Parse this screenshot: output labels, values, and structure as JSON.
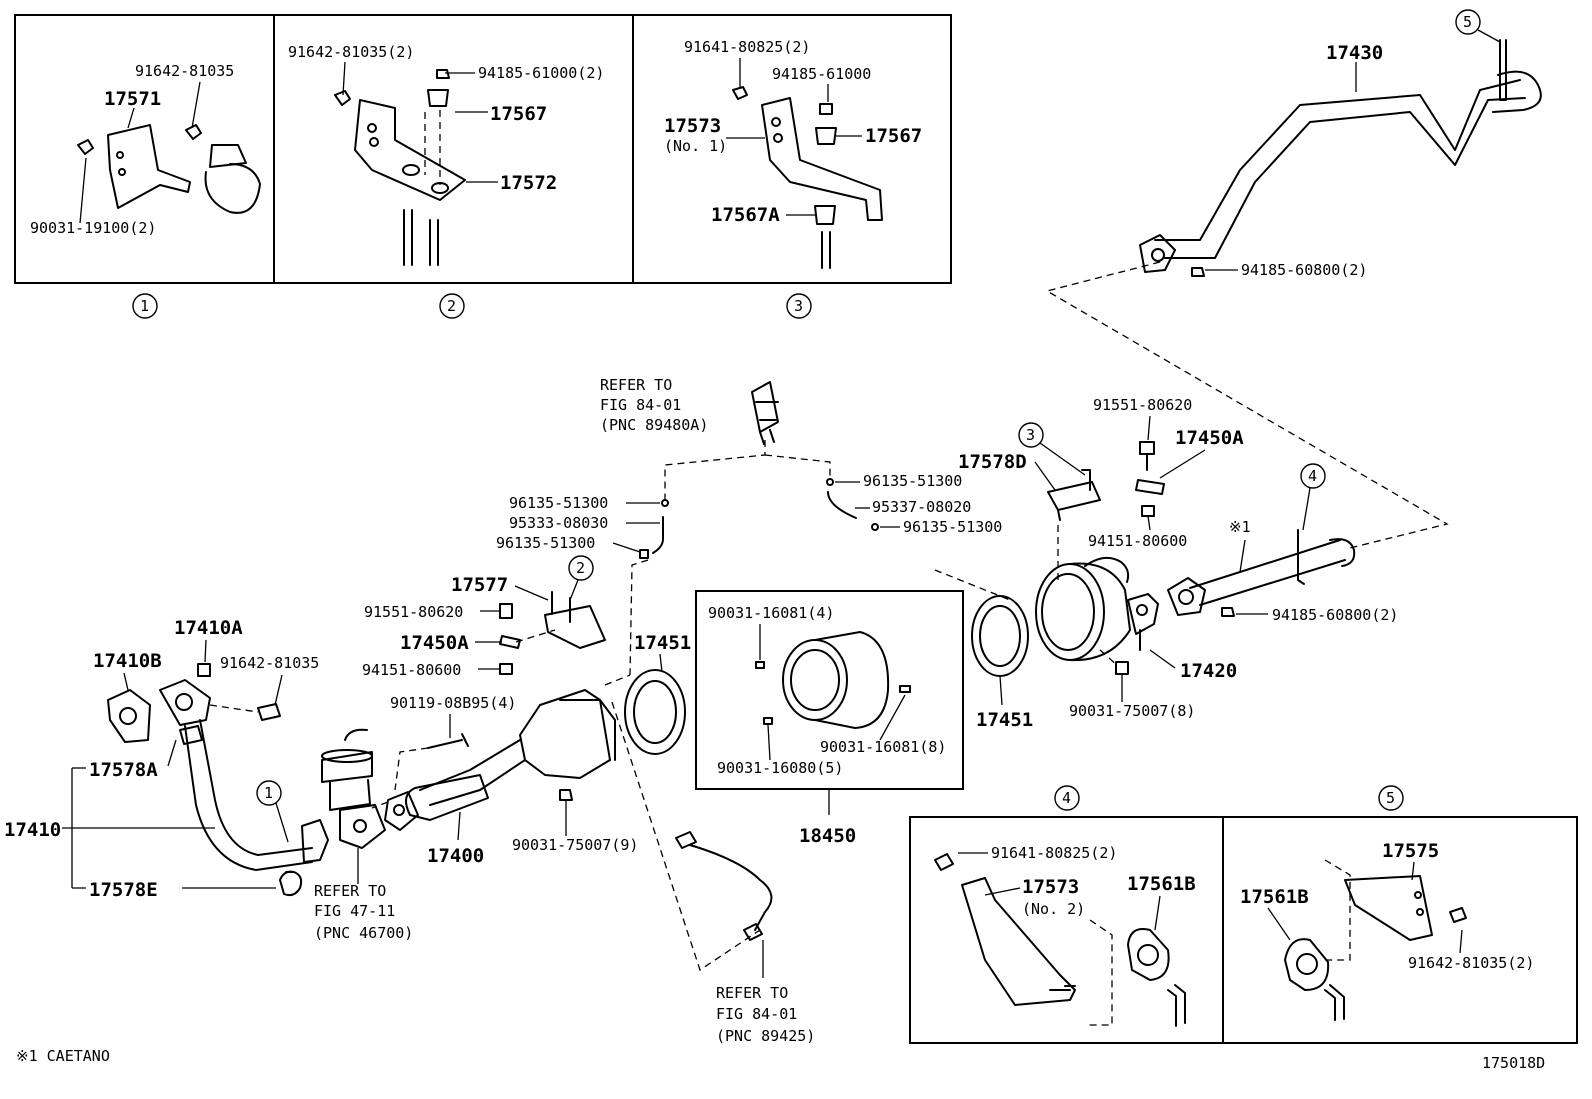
{
  "boxes": {
    "box1": {
      "number": "1",
      "labels": [
        "91642-81035",
        "17571",
        "90031-19100(2)"
      ]
    },
    "box2": {
      "number": "2",
      "labels": [
        "91642-81035(2)",
        "94185-61000(2)",
        "17567",
        "17572"
      ]
    },
    "box3": {
      "number": "3",
      "labels": [
        "91641-80825(2)",
        "94185-61000",
        "17573",
        "(No. 1)",
        "17567",
        "17567A"
      ]
    },
    "box4": {
      "number": "4",
      "labels": [
        "91641-80825(2)",
        "17573",
        "(No. 2)",
        "17561B"
      ]
    },
    "box5": {
      "number": "5",
      "labels": [
        "17575",
        "17561B",
        "91642-81035(2)"
      ]
    },
    "box18450": {
      "labels": [
        "90031-16081(4)",
        "90031-16081(8)",
        "90031-16080(5)"
      ],
      "caption": "18450"
    }
  },
  "tailpipe": {
    "callout": "5",
    "labels": [
      "17430",
      "94185-60800(2)"
    ]
  },
  "main_labels": {
    "refer1": [
      "REFER TO",
      "FIG 84-01",
      "(PNC 89480A)"
    ],
    "l96135_a": "96135-51300",
    "l95333": "95333-08030",
    "l96135_b": "96135-51300",
    "l96135_c": "96135-51300",
    "l95337": "95337-08020",
    "l96135_d": "96135-51300",
    "l91551_r": "91551-80620",
    "l17450A_r": "17450A",
    "l17578D": "17578D",
    "callout3": "3",
    "l94151_r": "94151-80600",
    "star1": "※1",
    "callout4": "4",
    "l94185_r": "94185-60800(2)",
    "l17420": "17420",
    "l90031_8": "90031-75007(8)",
    "l17451_r": "17451",
    "l17577": "17577",
    "callout2": "2",
    "l91551_l": "91551-80620",
    "l17450A_l": "17450A",
    "l94151_l": "94151-80600",
    "l17451_l": "17451",
    "l17410A": "17410A",
    "l17410B": "17410B",
    "l91642_l": "91642-81035",
    "l90119": "90119-08B95(4)",
    "l17578A": "17578A",
    "l17410": "17410",
    "callout1": "1",
    "l17400": "17400",
    "l90031_9": "90031-75007(9)",
    "l17578E": "17578E",
    "refer2": [
      "REFER TO",
      "FIG 47-11",
      "(PNC 46700)"
    ],
    "refer3": [
      "REFER TO",
      "FIG 84-01",
      "(PNC 89425)"
    ]
  },
  "footer": {
    "note": "※1 CAETANO",
    "figure_id": "175018D"
  }
}
